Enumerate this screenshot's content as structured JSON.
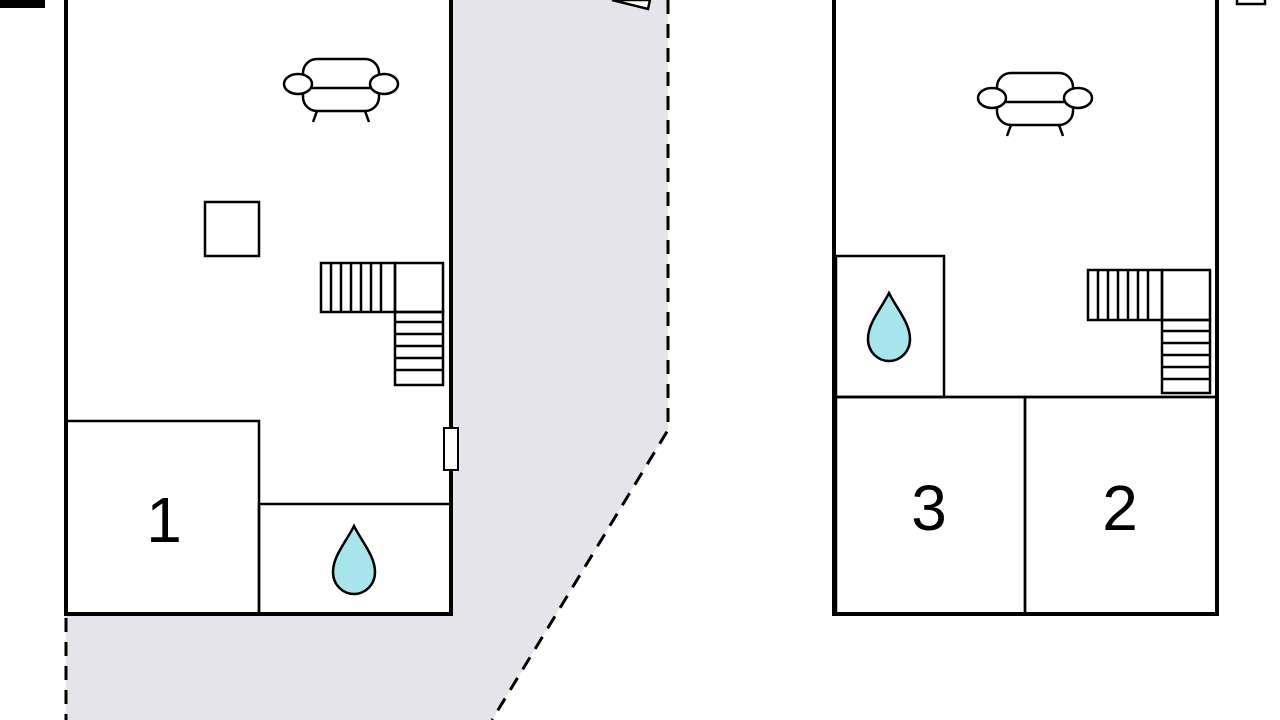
{
  "title": "Floor plan",
  "colors": {
    "terrace": "#e4e4ea",
    "water": "#a8e4ec",
    "wall": "#000000"
  },
  "left_floor": {
    "rooms": [
      {
        "label": "1",
        "type": "bedroom"
      }
    ],
    "icons": [
      "sofa-icon",
      "water-drop-icon",
      "stairs-icon",
      "window-icon"
    ]
  },
  "right_floor": {
    "rooms": [
      {
        "label": "3",
        "type": "bedroom"
      },
      {
        "label": "2",
        "type": "bedroom"
      }
    ],
    "icons": [
      "sofa-icon",
      "water-drop-icon",
      "stairs-icon"
    ]
  }
}
